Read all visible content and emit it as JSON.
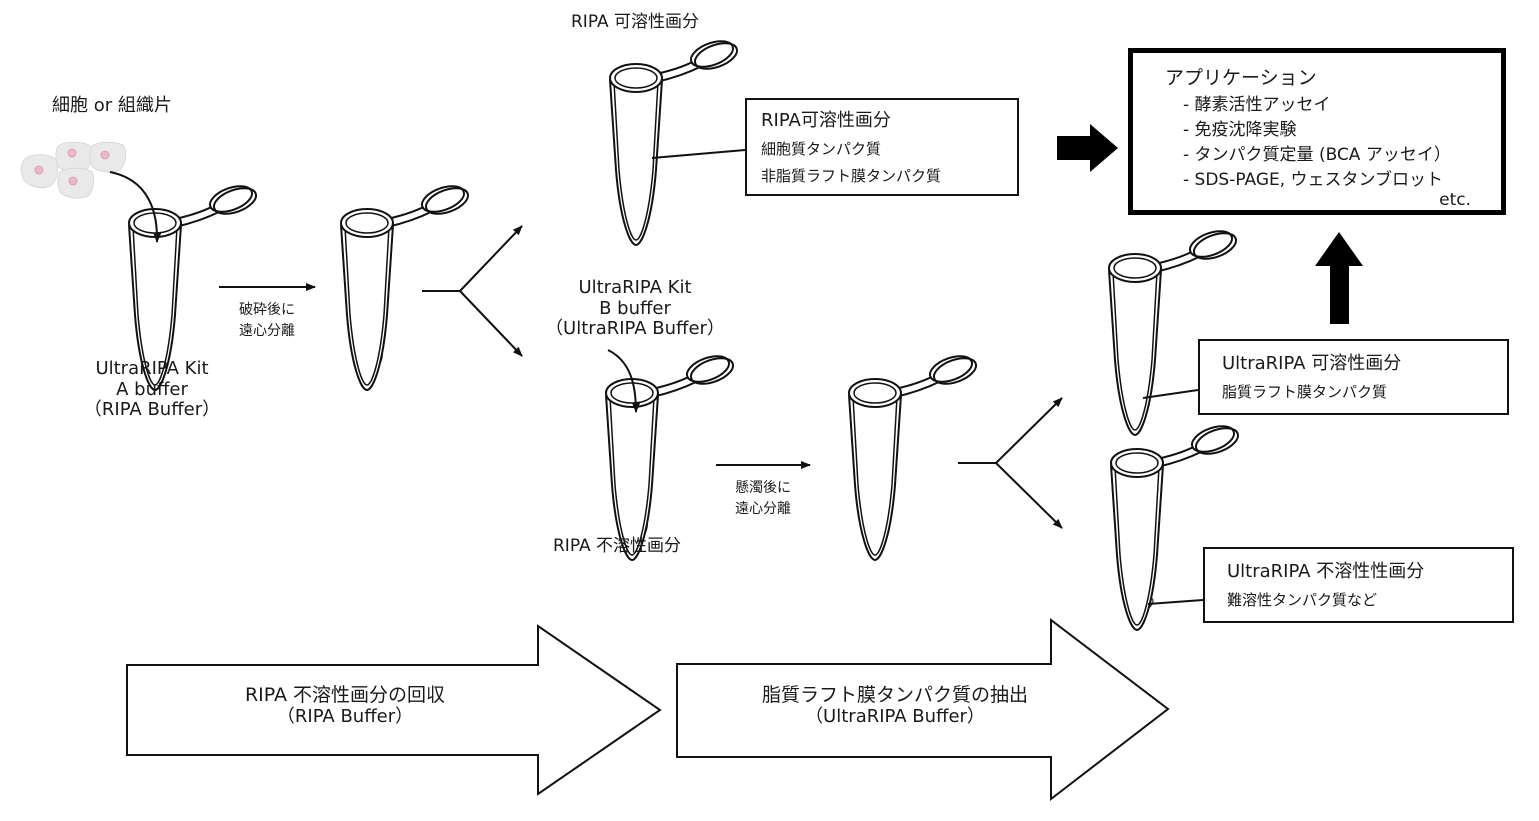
{
  "colors": {
    "liquid": "#c6e3f7",
    "liquid_edge": "#a7a7a7",
    "pellet": "#d6d6d6",
    "cell_body": "#e9e9e9",
    "cell_nucleus": "#f4b4c8",
    "line": "#111111"
  },
  "start": {
    "label": "細胞 or 組織片",
    "reagent_lines": [
      "UltraRIPA Kit",
      "A buffer",
      "（RIPA Buffer）"
    ]
  },
  "step1": {
    "lines": [
      "破砕後に",
      "遠心分離"
    ]
  },
  "ripa_soluble": {
    "tube_label": "RIPA 可溶性画分",
    "box": {
      "title": "RIPA可溶性画分",
      "lines": [
        "細胞質タンパク質",
        "非脂質ラフト膜タンパク質"
      ]
    }
  },
  "ripa_insoluble": {
    "reagent_lines": [
      "UltraRIPA Kit",
      "B buffer",
      "（UltraRIPA Buffer）"
    ],
    "tube_label": "RIPA 不溶性画分"
  },
  "step2": {
    "lines": [
      "懸濁後に",
      "遠心分離"
    ]
  },
  "ultra_soluble": {
    "box": {
      "title": "UltraRIPA 可溶性画分",
      "lines": [
        "脂質ラフト膜タンパク質"
      ]
    }
  },
  "ultra_insoluble": {
    "box": {
      "title": "UltraRIPA 不溶性性画分",
      "lines": [
        "難溶性タンパク質など"
      ]
    }
  },
  "applications": {
    "title": "アプリケーション",
    "items": [
      "- 酵素活性アッセイ",
      "- 免疫沈降実験",
      "- タンパク質定量 (BCA アッセイ）",
      "- SDS-PAGE, ウェスタンブロット"
    ],
    "etc": "etc."
  },
  "phases": [
    {
      "title": "RIPA 不溶性画分の回収",
      "subtitle": "（RIPA Buffer）"
    },
    {
      "title": "脂質ラフト膜タンパク質の抽出",
      "subtitle": "（UltraRIPA Buffer）"
    }
  ]
}
